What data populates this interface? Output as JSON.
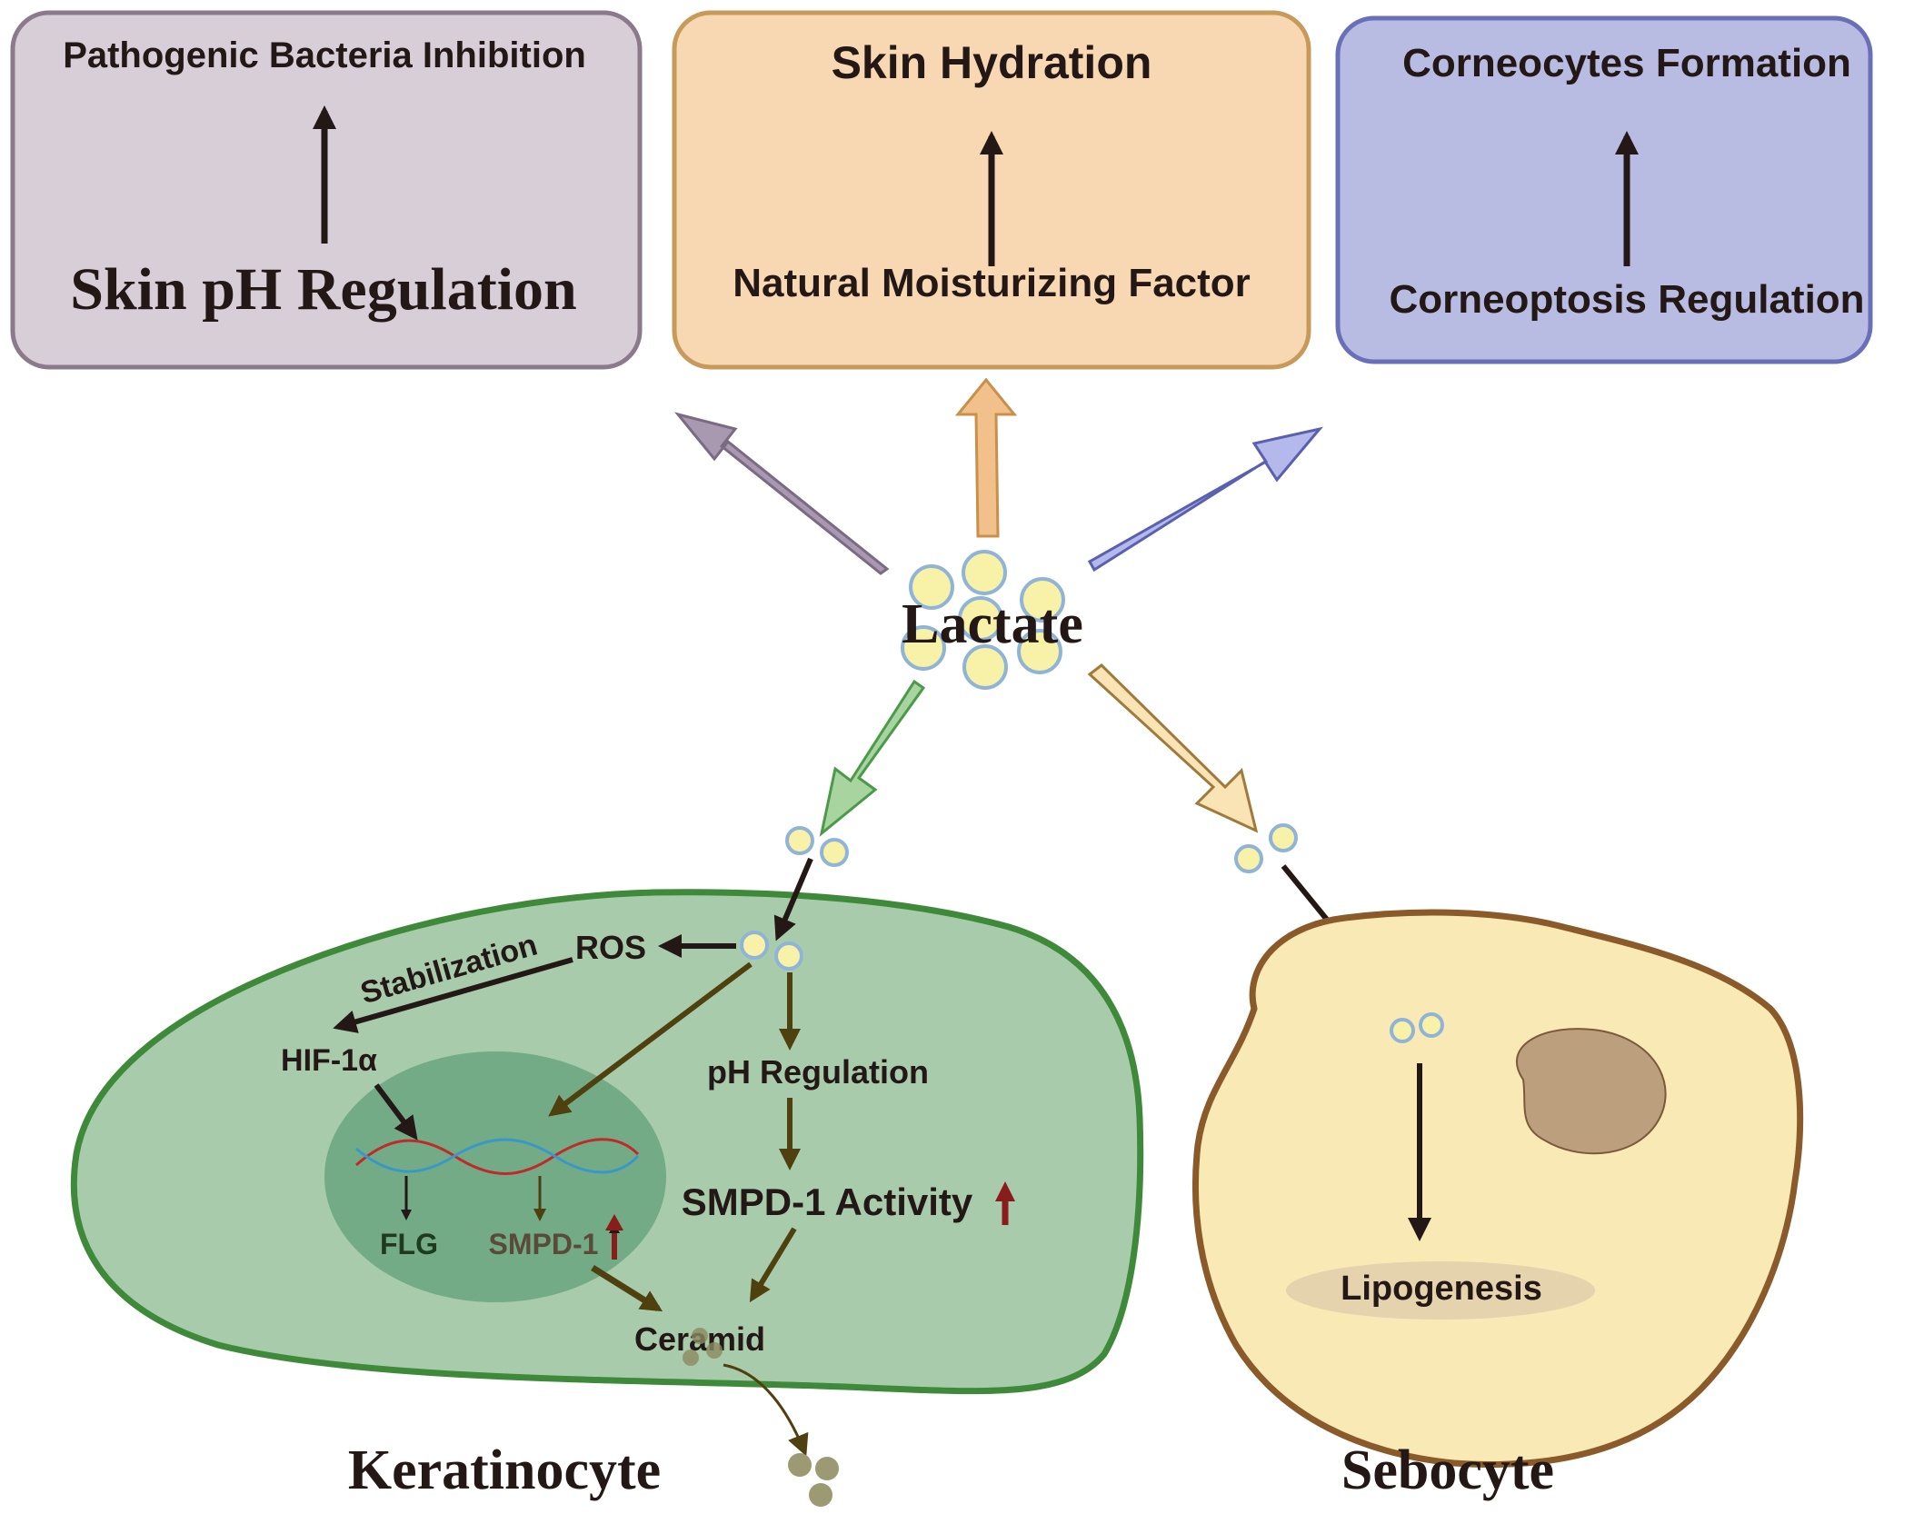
{
  "boxes": {
    "ph": {
      "top_label": "Pathogenic Bacteria Inhibition",
      "bottom_label": "Skin pH Regulation",
      "fill": "#d8ced8",
      "stroke": "#8a7a8a"
    },
    "hydration": {
      "top_label": "Skin Hydration",
      "bottom_label": "Natural Moisturizing Factor",
      "fill": "#f8d8b2",
      "stroke": "#c89a5a"
    },
    "corneocytes": {
      "top_label": "Corneocytes Formation",
      "bottom_label": "Corneoptosis Regulation",
      "fill": "#b8bce2",
      "stroke": "#6a70b8"
    }
  },
  "center": {
    "label": "Lactate",
    "dot_fill": "#f7f2a8",
    "dot_stroke": "#8fb4d8"
  },
  "keratinocyte": {
    "label": "Keratinocyte",
    "cell_fill": "#a8ccab",
    "cell_stroke": "#3f8a3a",
    "nucleus_fill": "#72ab85",
    "ros": "ROS",
    "stabilization": "Stabilization",
    "hif": "HIF-1α",
    "ph_regulation": "pH Regulation",
    "smpd_activity": "SMPD-1 Activity",
    "flg": "FLG",
    "smpd_gene": "SMPD-1",
    "ceramid": "Ceramid"
  },
  "sebocyte": {
    "label": "Sebocyte",
    "cell_fill": "#f9e9b5",
    "cell_stroke": "#8a5a2a",
    "nucleus_fill": "#bca07e",
    "lipogenesis": "Lipogenesis"
  },
  "colors": {
    "arrow_dark": "#231815",
    "arrow_olive": "#4f4010",
    "up_red": "#8a1c1c",
    "arrow_purple": "#a898b0",
    "arrow_orange": "#f2c08a",
    "arrow_blue": "#b4b8ea",
    "arrow_green": "#a8d4a0",
    "arrow_yellow": "#fae3b5"
  }
}
